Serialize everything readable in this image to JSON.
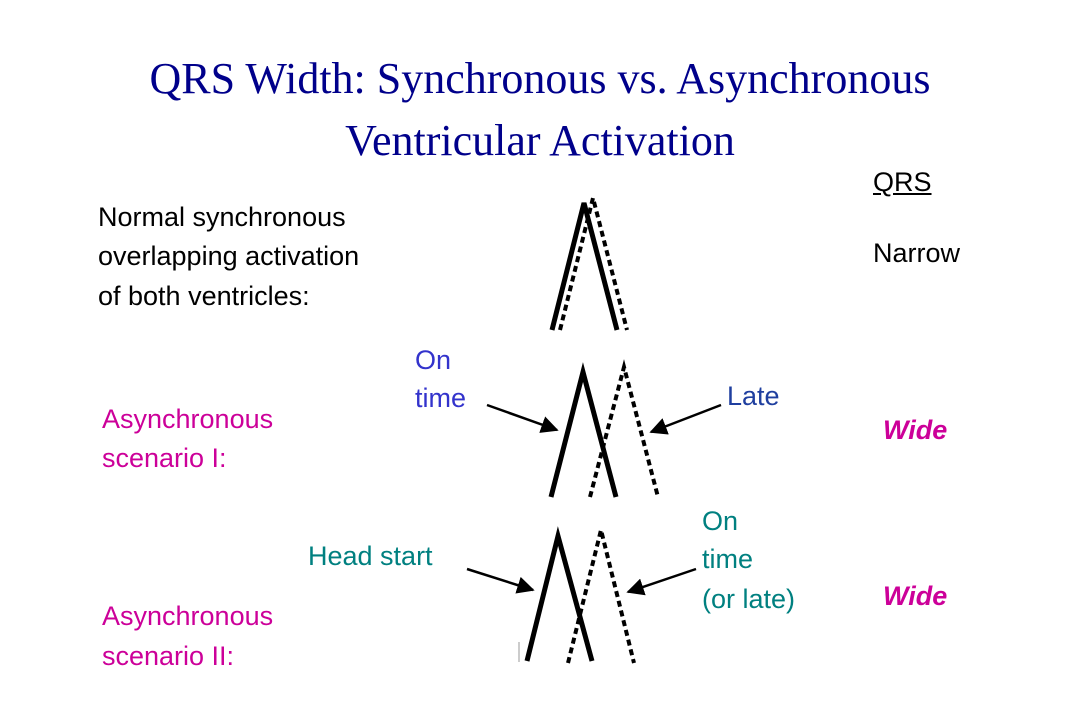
{
  "title": {
    "line1": "QRS Width: Synchronous vs. Asynchronous",
    "line2": "Ventricular Activation"
  },
  "qrs_header": "QRS",
  "rows": {
    "normal": {
      "description": [
        "Normal synchronous",
        "overlapping activation",
        "of both ventricles:"
      ],
      "qrs": "Narrow"
    },
    "scenario1": {
      "description": [
        "Asynchronous",
        "scenario I:"
      ],
      "qrs": "Wide",
      "left_callout": [
        "On",
        "time"
      ],
      "right_callout": "Late"
    },
    "scenario2": {
      "description": [
        "Asynchronous",
        "scenario II:"
      ],
      "qrs": "Wide",
      "left_callout": "Head start",
      "right_callout": [
        "On",
        "time",
        "(or late)"
      ]
    }
  },
  "colors": {
    "title": "#00008b",
    "description": "#cc0099",
    "callout_blue": "#3333cc",
    "callout_navy": "#1f3f9f",
    "callout_teal": "#008080"
  }
}
